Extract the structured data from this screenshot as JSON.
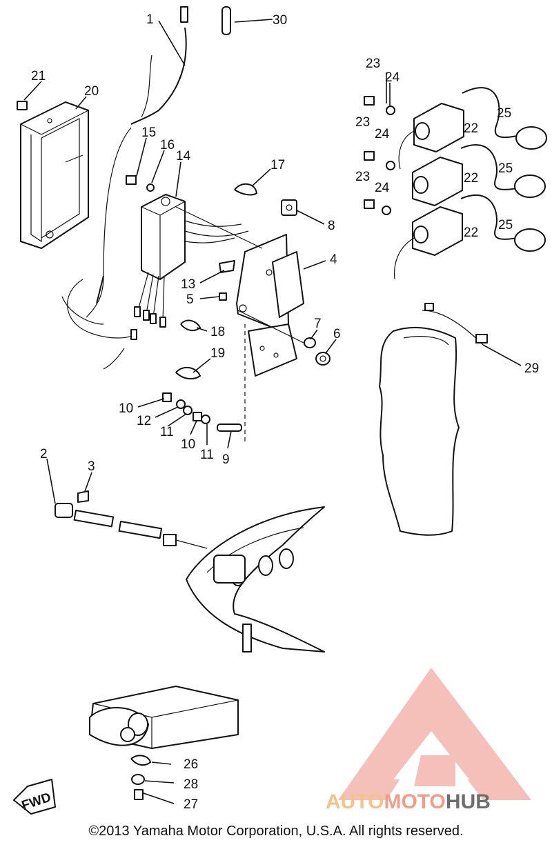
{
  "diagram": {
    "callouts": [
      "1",
      "2",
      "3",
      "4",
      "5",
      "6",
      "7",
      "8",
      "9",
      "10",
      "10",
      "11",
      "11",
      "12",
      "13",
      "14",
      "15",
      "16",
      "17",
      "18",
      "19",
      "20",
      "21",
      "22",
      "22",
      "22",
      "23",
      "23",
      "23",
      "24",
      "24",
      "24",
      "25",
      "25",
      "25",
      "26",
      "27",
      "28",
      "29",
      "30"
    ]
  },
  "fwd_badge": {
    "text": "FWD"
  },
  "watermark": {
    "part1": "AUTO",
    "part2": "MOTO",
    "part3": "HUB",
    "colors": {
      "auto": "#f6c28a",
      "moto": "#f39c8a",
      "hub": "#6d6d6d",
      "logo": "#f4b5ae"
    }
  },
  "copyright": "©2013 Yamaha Motor Corporation, U.S.A. All rights reserved."
}
